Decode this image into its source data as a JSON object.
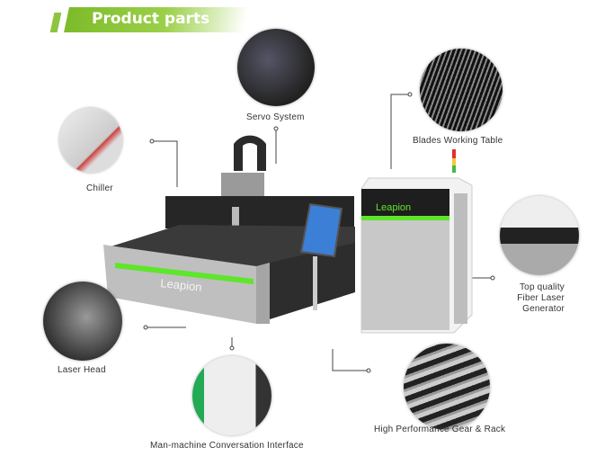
{
  "header": {
    "title": "Product parts"
  },
  "machine": {
    "brand": "Leapion"
  },
  "parts": {
    "servo": "Servo System",
    "blades": "Blades Working Table",
    "chiller": "Chiller",
    "fiber": [
      "Top quality",
      "Fiber Laser",
      "Generator"
    ],
    "laser_head": "Laser Head",
    "interface": "Man-machine Conversation Interface",
    "gear": "High Performance Gear & Rack"
  },
  "colors": {
    "accent": "#7dbb2a",
    "laser_green": "#5ee62a"
  }
}
